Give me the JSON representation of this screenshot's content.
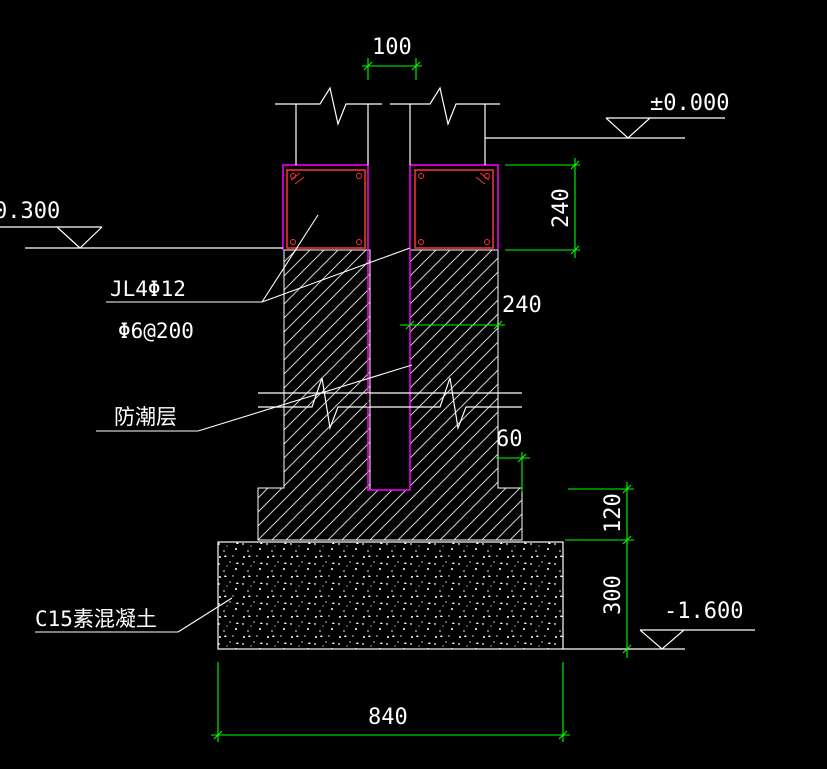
{
  "colors": {
    "background": "#000000",
    "line": "#ffffff",
    "dimension": "#00ff00",
    "rebar_box": "#ff3333",
    "wall_outline": "#ff00ff",
    "hatch": "#cfcfcf"
  },
  "dimensions": {
    "top_gap": "100",
    "beam_height": "240",
    "wall_width": "240",
    "step": "60",
    "footing_step_height": "120",
    "concrete_height": "300",
    "concrete_width": "840"
  },
  "levels": {
    "ground": "±0.000",
    "left_level": "0.300",
    "bottom": "-1.600"
  },
  "labels": {
    "beam_rebar": "JL4Φ12",
    "stirrup": "Φ6@200",
    "damp_proof": "防潮层",
    "concrete": "C15素混凝土"
  }
}
